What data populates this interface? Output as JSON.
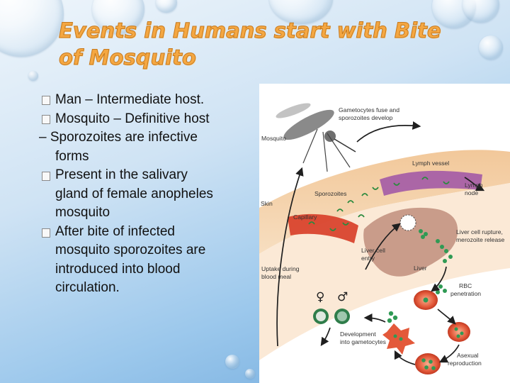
{
  "slide": {
    "title_line1": "Events in Humans start with Bite",
    "title_line2": "of Mosquito",
    "lines": [
      "Man – Intermediate host.",
      "Mosquito – Definitive host",
      "– Sporozoites are infective",
      "forms",
      "Present in the salivary",
      "gland of female anopheles",
      "mosquito",
      "After bite of infected",
      "mosquito sporozoites are",
      "introduced into blood",
      "circulation."
    ]
  },
  "diagram": {
    "labels": {
      "gametocytes_fuse_1": "Gametocytes fuse and",
      "gametocytes_fuse_2": "sporozoites develop",
      "mosquito": "Mosquito",
      "lymph_vessel": "Lymph vessel",
      "lymph_node_1": "Lymph",
      "lymph_node_2": "node",
      "sporozoites": "Sporozoites",
      "skin": "Skin",
      "capillary": "Capillary",
      "liver_rupture_1": "Liver cell rupture,",
      "liver_rupture_2": "merozoite release",
      "liver_entry_1": "Liver cell",
      "liver_entry_2": "entry",
      "liver": "Liver",
      "uptake_1": "Uptake during",
      "uptake_2": "blood meal",
      "rbc_1": "RBC",
      "rbc_2": "penetration",
      "female_symbol": "♀",
      "male_symbol": "♂",
      "development_1": "Development",
      "development_2": "into gametocytes",
      "asexual_1": "Asexual",
      "asexual_2": "reproduction"
    }
  }
}
